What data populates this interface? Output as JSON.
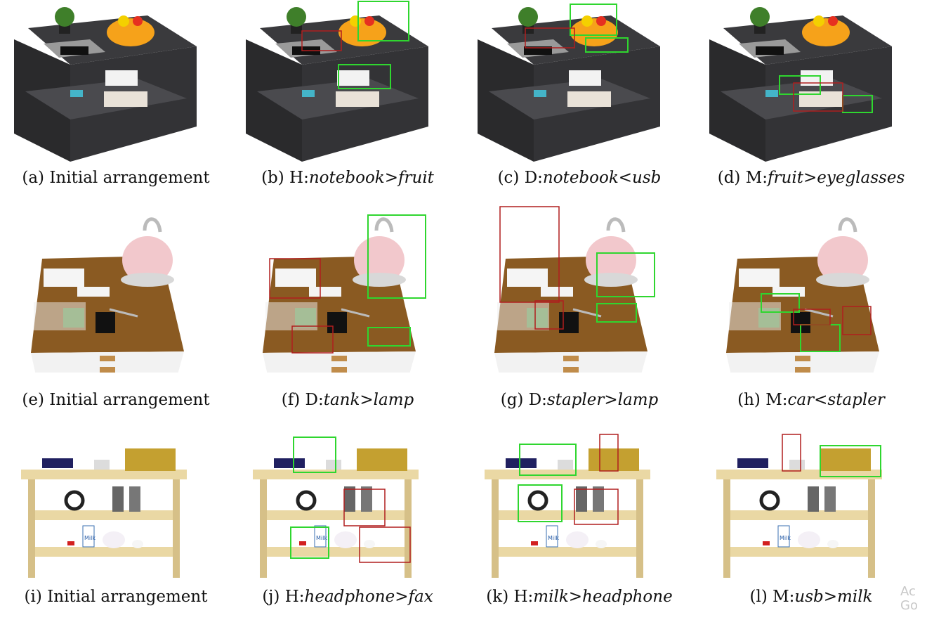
{
  "colors": {
    "select_green": "#2fd62f",
    "move_red": "#b01e1e",
    "table_dark": "#3a3a3d",
    "wood": "#8a5a22",
    "shelf": "#ead8a4"
  },
  "panels": [
    {
      "id": "a",
      "label": "(a)",
      "prefix": "Initial arrangement",
      "rel": "",
      "scene": "coffee"
    },
    {
      "id": "b",
      "label": "(b)",
      "prefix": "H:",
      "rel": "notebook>fruit",
      "scene": "coffee"
    },
    {
      "id": "c",
      "label": "(c)",
      "prefix": "D:",
      "rel": "notebook<usb",
      "scene": "coffee"
    },
    {
      "id": "d",
      "label": "(d)",
      "prefix": "M:",
      "rel": "fruit>eyeglasses",
      "scene": "coffee"
    },
    {
      "id": "e",
      "label": "(e)",
      "prefix": "Initial arrangement",
      "rel": "",
      "scene": "desk"
    },
    {
      "id": "f",
      "label": "(f)",
      "prefix": "D:",
      "rel": "tank>lamp",
      "scene": "desk"
    },
    {
      "id": "g",
      "label": "(g)",
      "prefix": "D:",
      "rel": "stapler>lamp",
      "scene": "desk"
    },
    {
      "id": "h",
      "label": "(h)",
      "prefix": "M:",
      "rel": "car<stapler",
      "scene": "desk"
    },
    {
      "id": "i",
      "label": "(i)",
      "prefix": "Initial arrangement",
      "rel": "",
      "scene": "shelf"
    },
    {
      "id": "j",
      "label": "(j)",
      "prefix": "H:",
      "rel": "headphone>fax",
      "scene": "shelf"
    },
    {
      "id": "k",
      "label": "(k)",
      "prefix": "H:",
      "rel": "milk>headphone",
      "scene": "shelf"
    },
    {
      "id": "l",
      "label": "(l)",
      "prefix": "M:",
      "rel": "usb>milk",
      "scene": "shelf"
    }
  ],
  "milk_label": "Milk",
  "watermark": "Ac\nGo"
}
